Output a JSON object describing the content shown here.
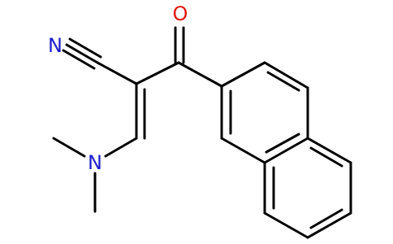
{
  "molecule": {
    "atoms": {
      "nitrile_n": "N",
      "carbonyl_o": "O",
      "amine_n": "N"
    },
    "colors": {
      "bond": "#000000",
      "nitrogen": "#1d1dcc",
      "oxygen": "#e0160f",
      "background": "#ffffff"
    }
  }
}
